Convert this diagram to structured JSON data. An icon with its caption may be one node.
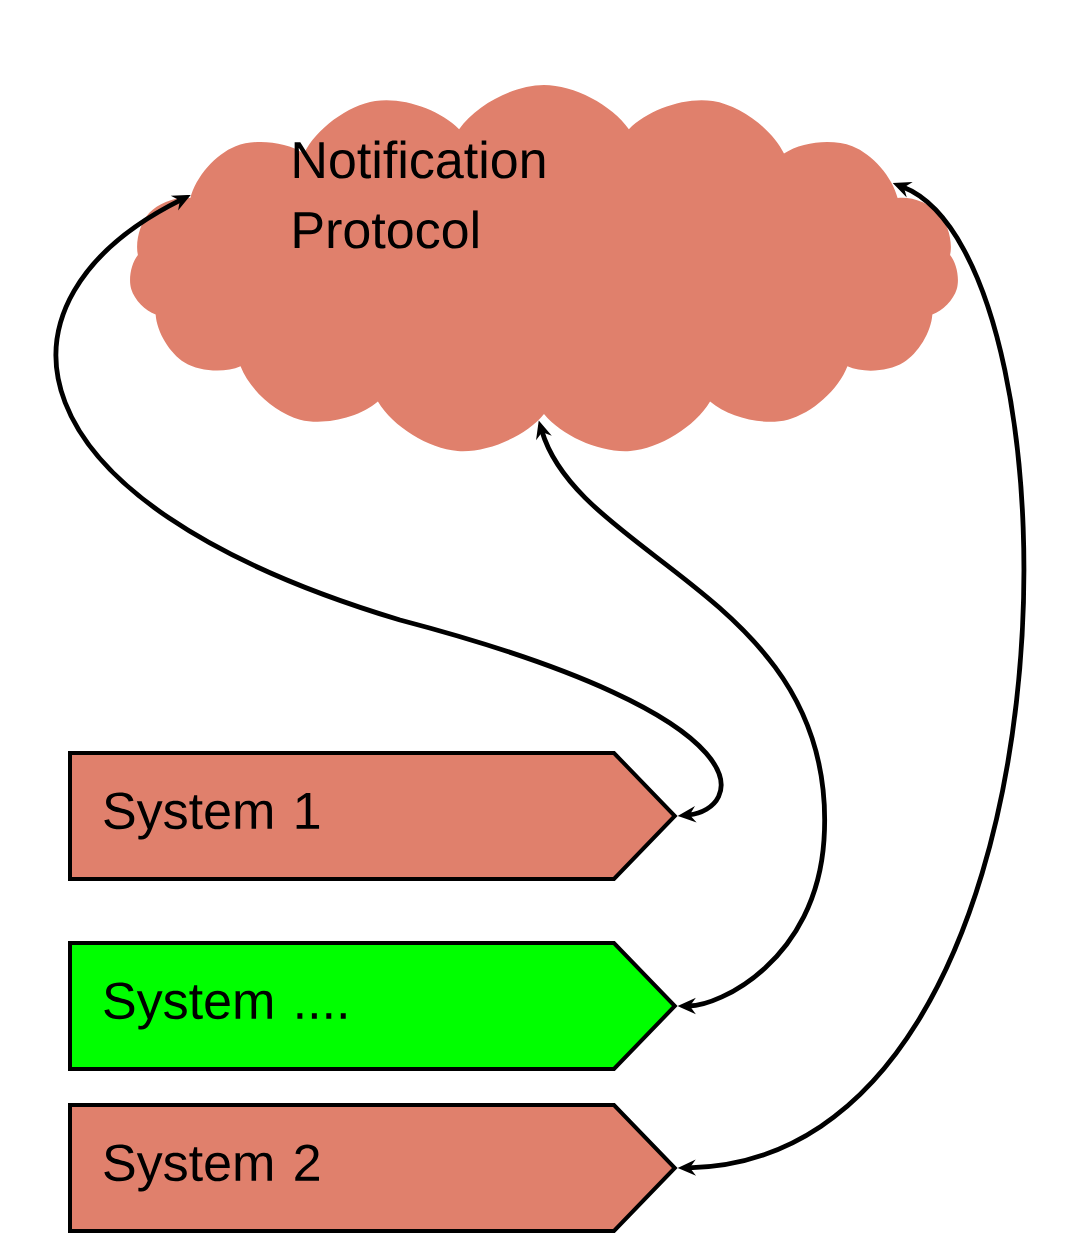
{
  "diagram": {
    "nodes": [
      {
        "text": [
          "Notification Protocol"
        ]
      },
      {
        "text": [
          "System 1"
        ]
      },
      {
        "text": [
          "System ...."
        ]
      },
      {
        "text": [
          "System 2"
        ]
      }
    ],
    "edges": [
      {
        "from": 0,
        "to": 1,
        "arrow": "both"
      },
      {
        "from": 0,
        "to": 2,
        "arrow": "both"
      },
      {
        "from": 0,
        "to": 3,
        "arrow": "both"
      }
    ]
  }
}
